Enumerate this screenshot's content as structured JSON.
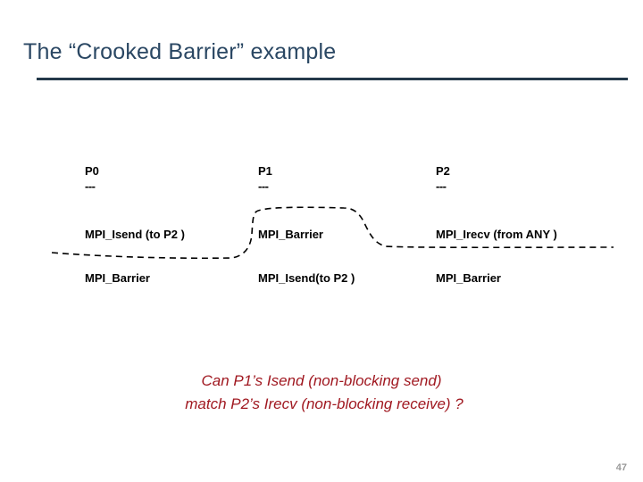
{
  "slide": {
    "title": "The “Crooked Barrier” example",
    "page_number": "47",
    "title_color": "#2a4763",
    "rule_color": "#24394a",
    "caption_color": "#a01820",
    "curve_color": "#000000"
  },
  "diagram": {
    "columns": [
      {
        "header": "P0",
        "dashes": "---"
      },
      {
        "header": "P1",
        "dashes": "---"
      },
      {
        "header": "P2",
        "dashes": "---"
      }
    ],
    "rows": [
      {
        "p0": "MPI_Isend (to P2 )",
        "p1": "MPI_Barrier",
        "p2": "MPI_Irecv (from  ANY )"
      },
      {
        "p0": "MPI_Barrier",
        "p1": "MPI_Isend(to P2 )",
        "p2": "MPI_Barrier"
      }
    ],
    "curve_label": "crooked-barrier-dashed-curve"
  },
  "caption": {
    "line1": "Can P1’s Isend (non-blocking send)",
    "line2": "match P2’s Irecv  (non-blocking receive) ?"
  }
}
